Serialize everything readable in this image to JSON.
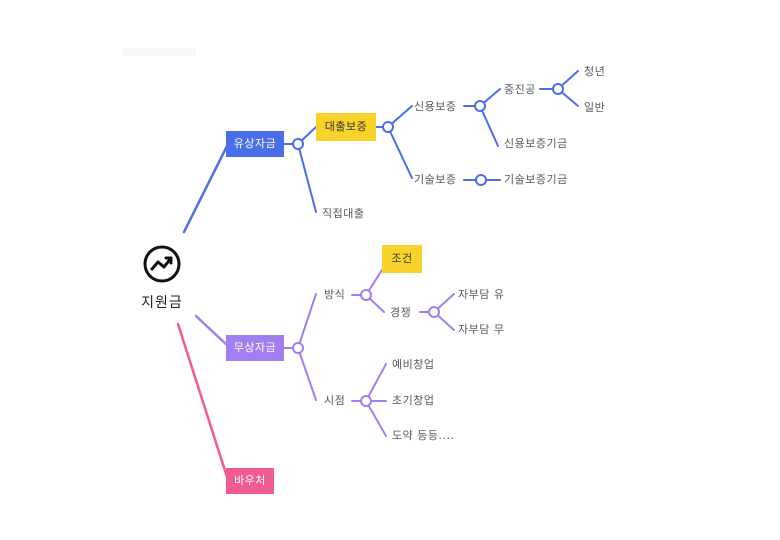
{
  "root": {
    "label": "지원금",
    "icon": "trend-up-icon"
  },
  "colors": {
    "blue": "#4a6ee8",
    "purple": "#a37ef0",
    "pink": "#f05b93",
    "yellow": "#f9d32a"
  },
  "branches": {
    "paid": {
      "label": "유상자금",
      "loan_guarantee": "대출보증",
      "credit_guarantee": "신용보증",
      "smb_agency": "중진공",
      "youth": "청년",
      "general": "일반",
      "credit_fund": "신용보증기금",
      "tech_guarantee": "기술보증",
      "tech_fund": "기술보증기금",
      "direct_loan": "직접대출"
    },
    "free": {
      "label": "무상자금",
      "method": "방식",
      "condition": "조건",
      "competition": "경쟁",
      "self_yes": "자부담 유",
      "self_no": "자부담 무",
      "timing": "시점",
      "pre_startup": "예비창업",
      "early_startup": "초기창업",
      "leap": "도약 등등...."
    },
    "voucher": {
      "label": "바우처"
    }
  }
}
